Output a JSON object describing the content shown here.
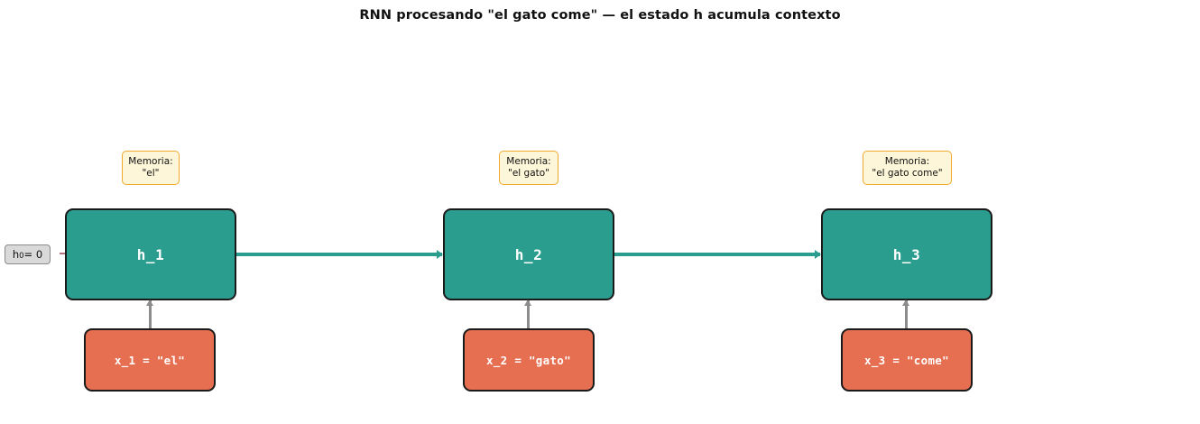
{
  "title": "RNN procesando \"el gato come\" — el estado h acumula contexto",
  "initial_state": {
    "label_main": "h",
    "label_sub": "0",
    "label_rest": " = 0"
  },
  "memory_label": "Memoria:",
  "timesteps": [
    {
      "hidden_label": "h_1",
      "input_label": "x_1 = \"el\"",
      "memory_value": "\"el\""
    },
    {
      "hidden_label": "h_2",
      "input_label": "x_2 = \"gato\"",
      "memory_value": "\"el gato\""
    },
    {
      "hidden_label": "h_3",
      "input_label": "x_3 = \"come\"",
      "memory_value": "\"el gato come\""
    }
  ],
  "colors": {
    "hidden_state": "#2a9d8f",
    "input_token": "#e76f51",
    "memory_fill": "#fdf6d8",
    "memory_border": "#f0a92c",
    "initial_arrow": "#b5717e",
    "input_arrow": "#8c8c8c",
    "background": "#ffffff"
  }
}
